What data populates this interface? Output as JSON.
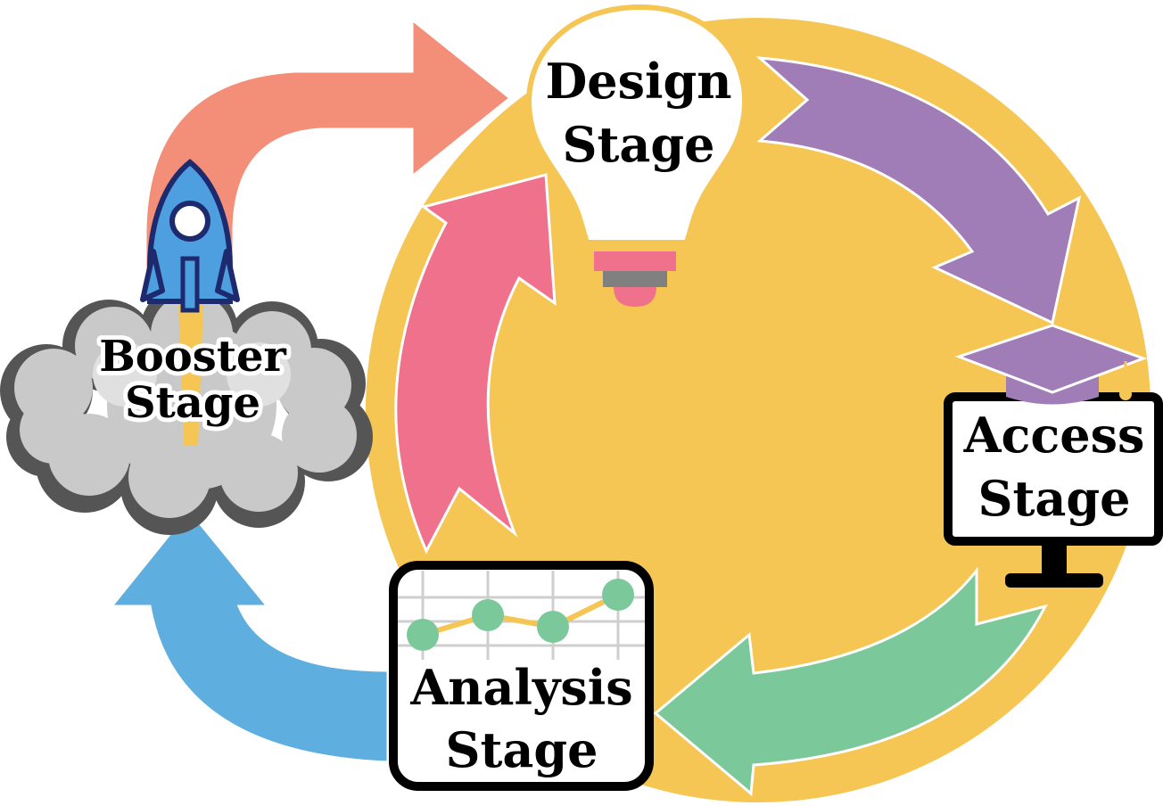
{
  "stages": {
    "design": {
      "line1": "Design",
      "line2": "Stage"
    },
    "access": {
      "line1": "Access",
      "line2": "Stage"
    },
    "analysis": {
      "line1": "Analysis",
      "line2": "Stage"
    },
    "booster": {
      "line1": "Booster",
      "line2": "Stage"
    }
  },
  "icons": {
    "design": "lightbulb-icon",
    "access": "graduation-cap-monitor-icon",
    "analysis": "line-chart-icon",
    "booster": "rocket-cloud-icon"
  },
  "colors": {
    "circle": "#F6C654",
    "salmon_arrow": "#F38E78",
    "purple_arrow": "#A07DB7",
    "green_arrow": "#7BC89A",
    "pink_arrow": "#EF718C",
    "blue_arrow": "#5EAEE0",
    "rocket": "#4E9FE0",
    "outline": "#000000"
  }
}
